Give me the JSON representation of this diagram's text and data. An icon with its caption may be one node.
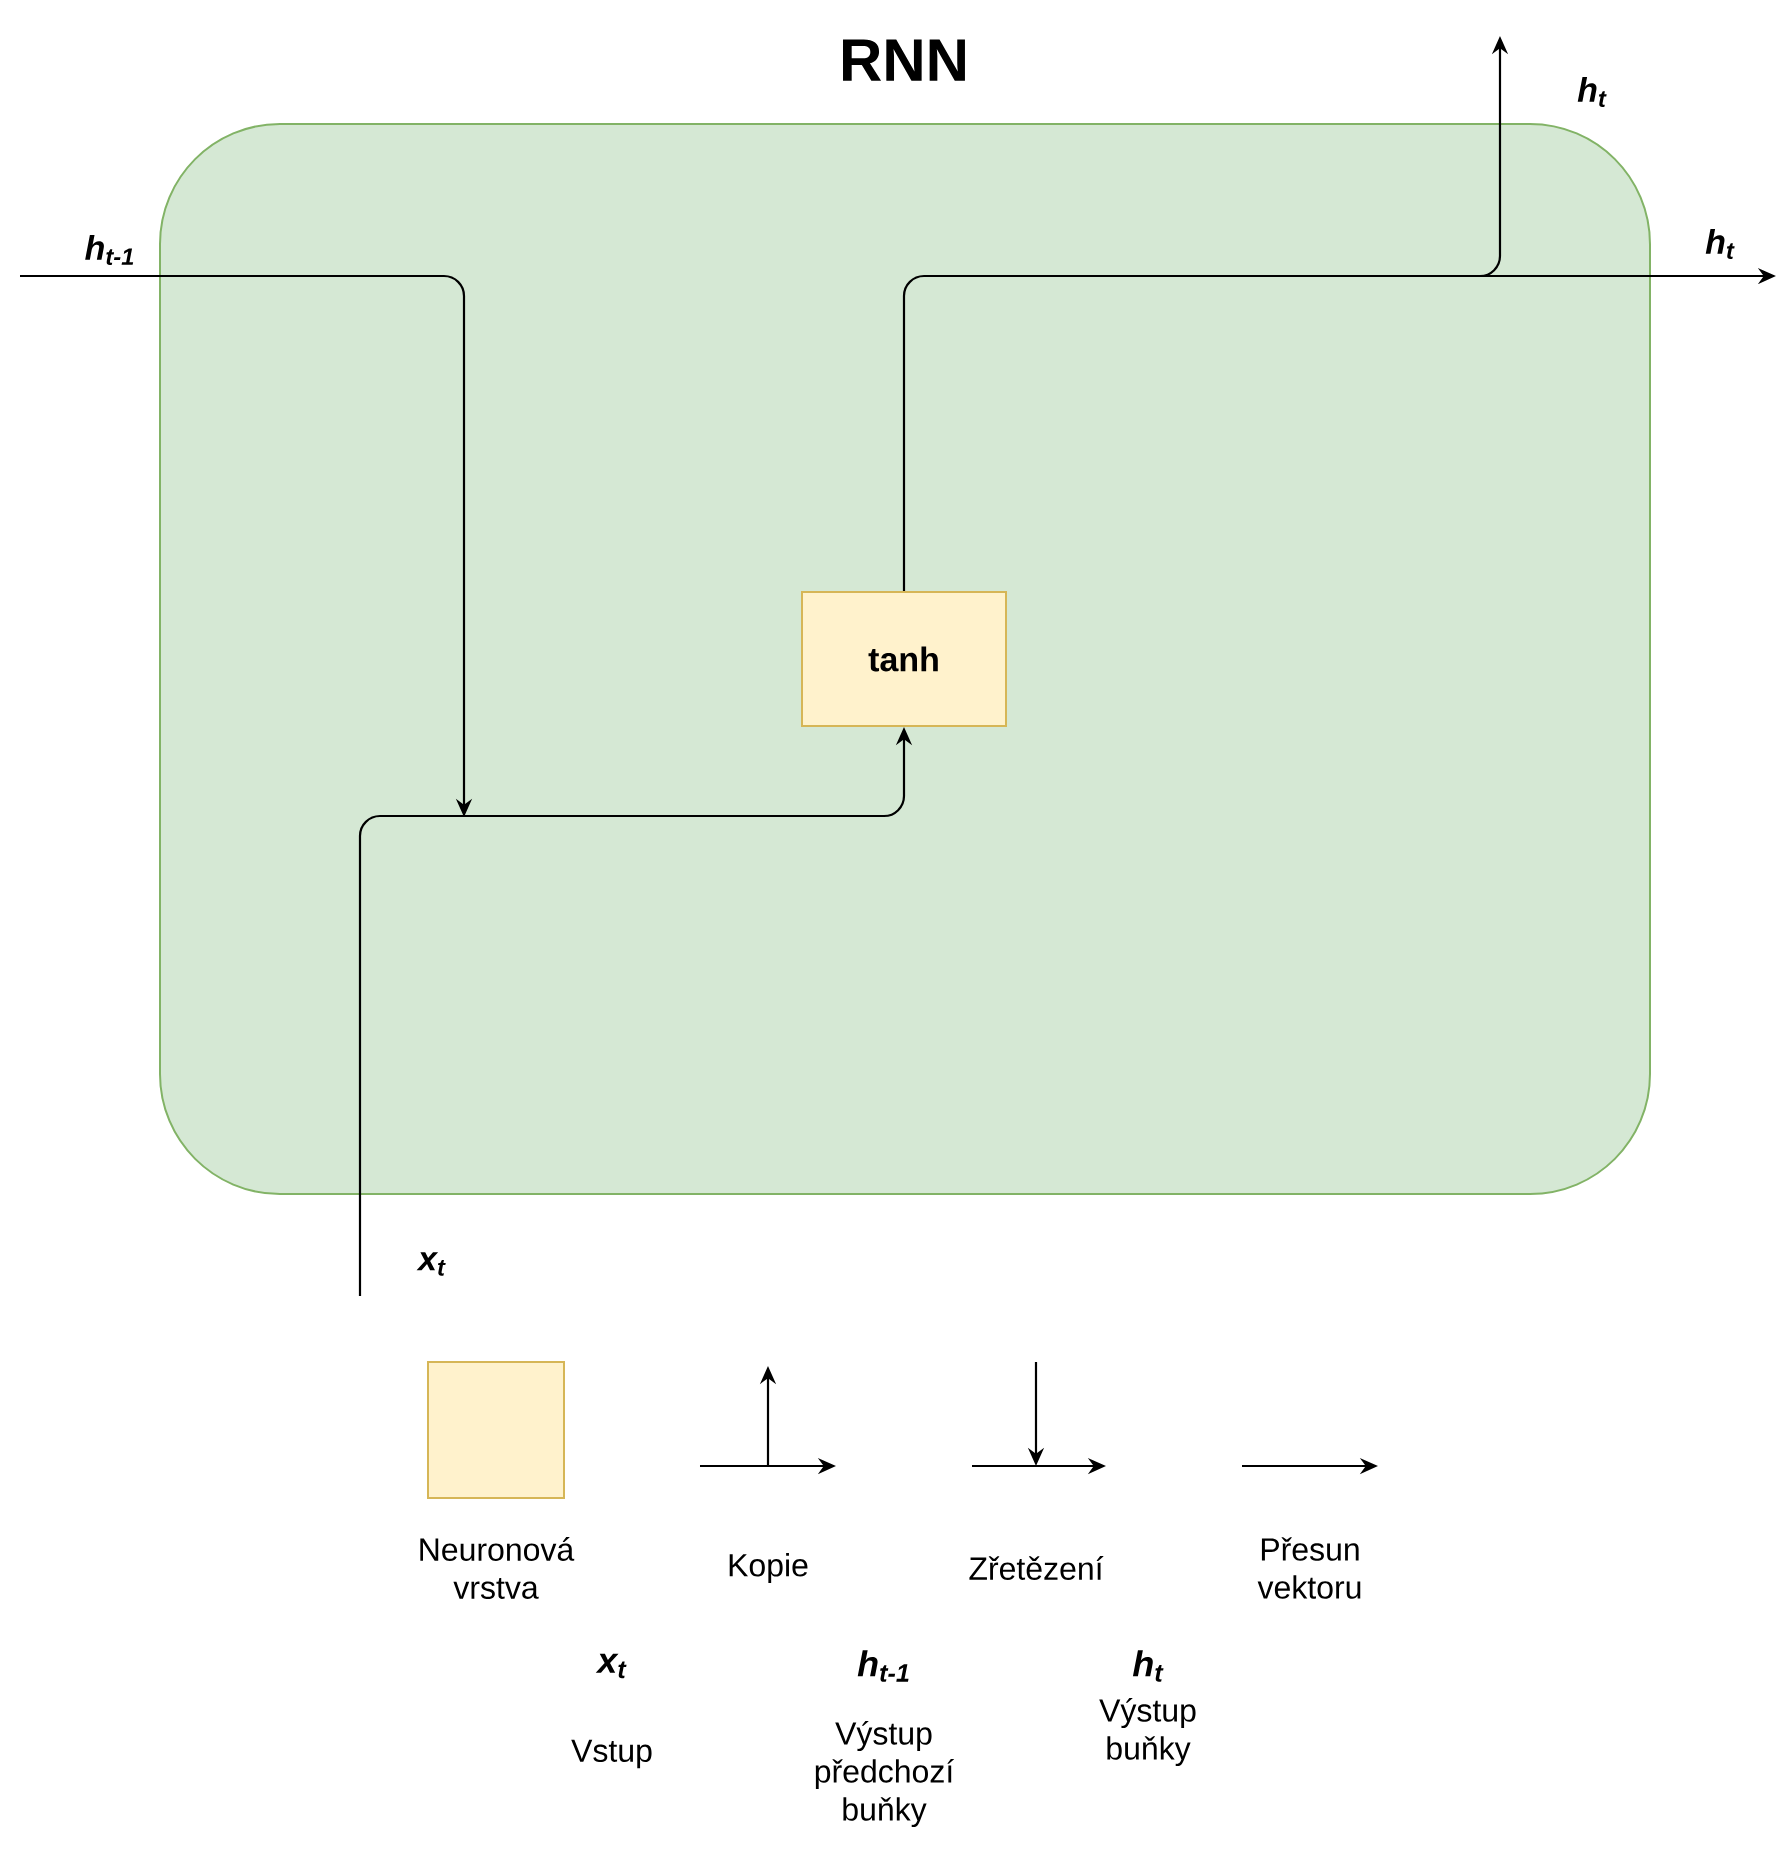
{
  "diagram": {
    "nodes": [
      {
        "text": [
          "RNN"
        ]
      },
      {
        "text": [
          "tanh"
        ],
        "in": 0
      }
    ],
    "edges": [
      {
        "from": null,
        "to": 1,
        "arrow": "to",
        "label": "h$_{t-1}$"
      },
      {
        "from": null,
        "to": 1,
        "arrow": "to",
        "label": "x$_{t}$"
      },
      {
        "from": 1,
        "to": null,
        "arrow": "to",
        "label": "h$_{t}$"
      },
      {
        "from": 1,
        "to": null,
        "arrow": "to",
        "label": "h$_{t}$"
      }
    ],
    "labels": [
      "x$_{t}$",
      "Vstup",
      "h$_{t-1}$",
      "Výstup předchozí buňky",
      "h$_{t}$",
      "Výstup buňky"
    ],
    "legend": [
      {
        "text": "Neuronová vrstva",
        "color": "#fff2cc"
      },
      {
        "text": "Kopie"
      },
      {
        "text": "Zřetězení"
      },
      {
        "text": "Přesun vektoru"
      }
    ]
  }
}
